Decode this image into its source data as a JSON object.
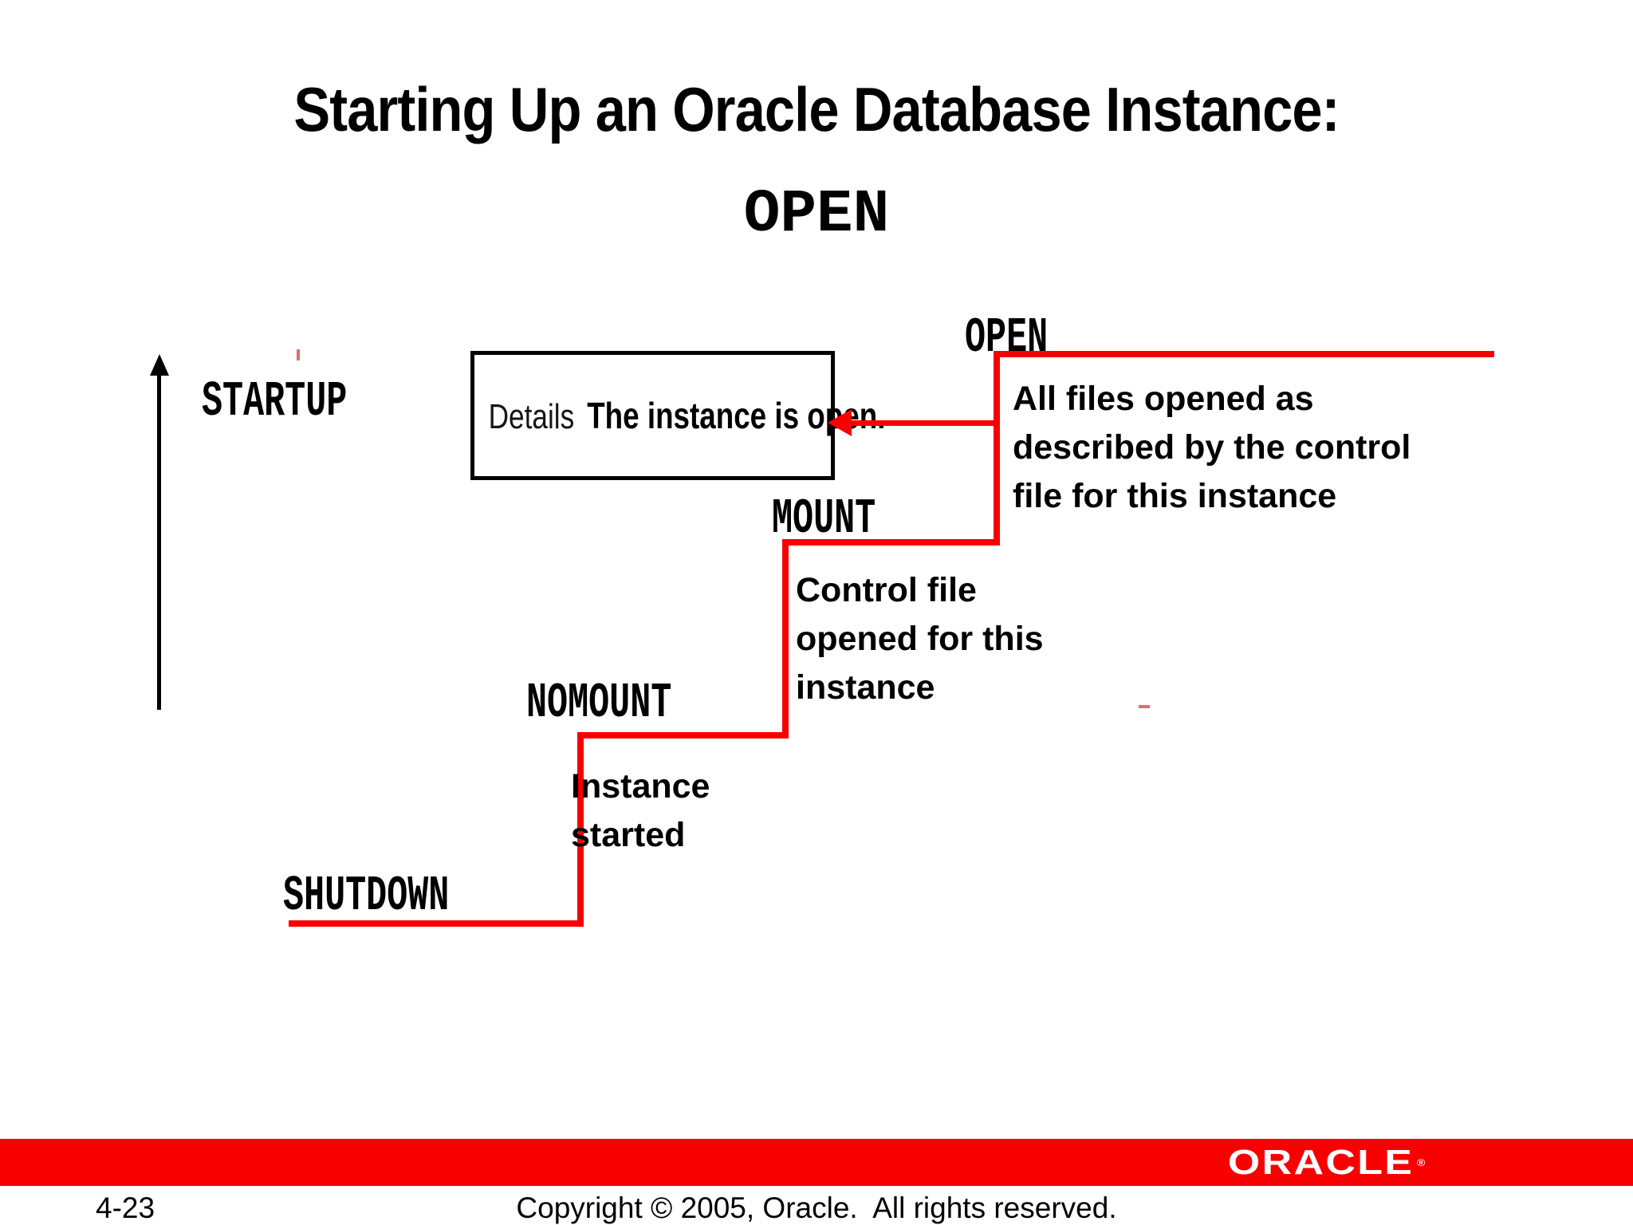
{
  "slide": {
    "title": "Starting Up an Oracle Database Instance:",
    "subtitle": "OPEN"
  },
  "diagram": {
    "startup_axis_label": "STARTUP",
    "details_box": {
      "label": "Details",
      "message": "The instance is open."
    },
    "steps": [
      {
        "state": "SHUTDOWN",
        "note": ""
      },
      {
        "state": "NOMOUNT",
        "note": "Instance\nstarted"
      },
      {
        "state": "MOUNT",
        "note": "Control file\nopened for this\ninstance"
      },
      {
        "state": "OPEN",
        "note": "All files opened as\ndescribed by the control\nfile for this instance"
      }
    ],
    "line_color": "#f90000"
  },
  "footer": {
    "page_number": "4-23",
    "copyright": "Copyright © 2005, Oracle.  All rights reserved.",
    "logo": "ORACLE",
    "logo_mark": "®",
    "bar_color": "#f90000"
  }
}
